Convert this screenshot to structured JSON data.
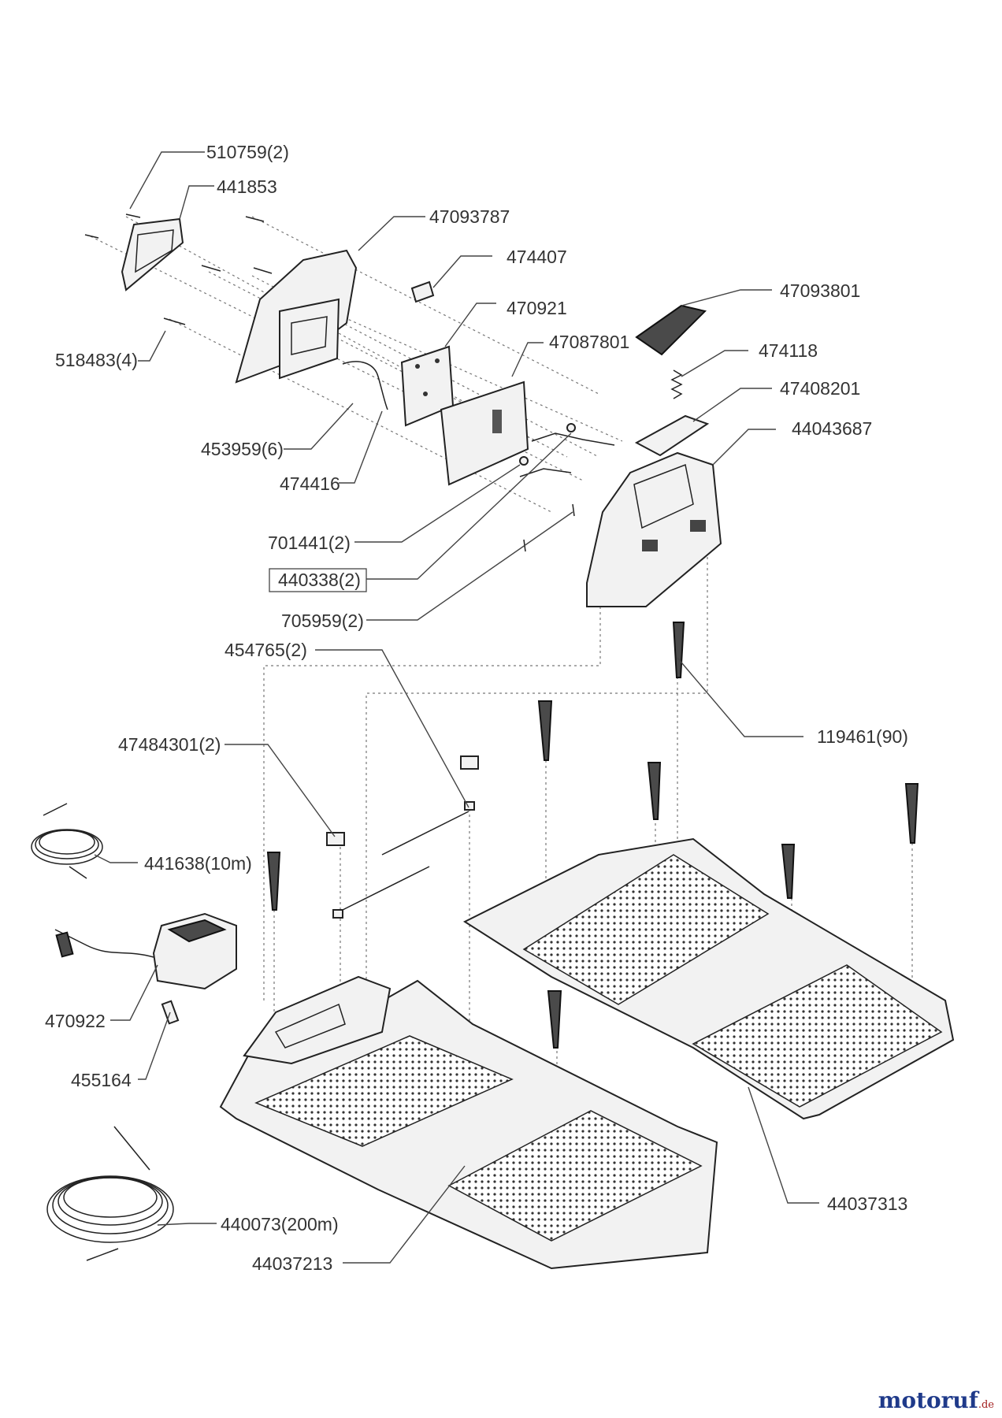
{
  "diagram": {
    "labels": [
      "510759(2)",
      "441853",
      "47093787",
      "474407",
      "470921",
      "47087801",
      "47093801",
      "474118",
      "47408201",
      "44043687",
      "518483(4)",
      "453959(6)",
      "474416",
      "701441(2)",
      "440338(2)",
      "705959(2)",
      "454765(2)",
      "119461(90)",
      "47484301(2)",
      "441638(10m)",
      "470922",
      "455164",
      "440073(200m)",
      "44037213",
      "44037313"
    ]
  },
  "watermark": {
    "brand": "motoruf",
    "suffix": ".de"
  }
}
